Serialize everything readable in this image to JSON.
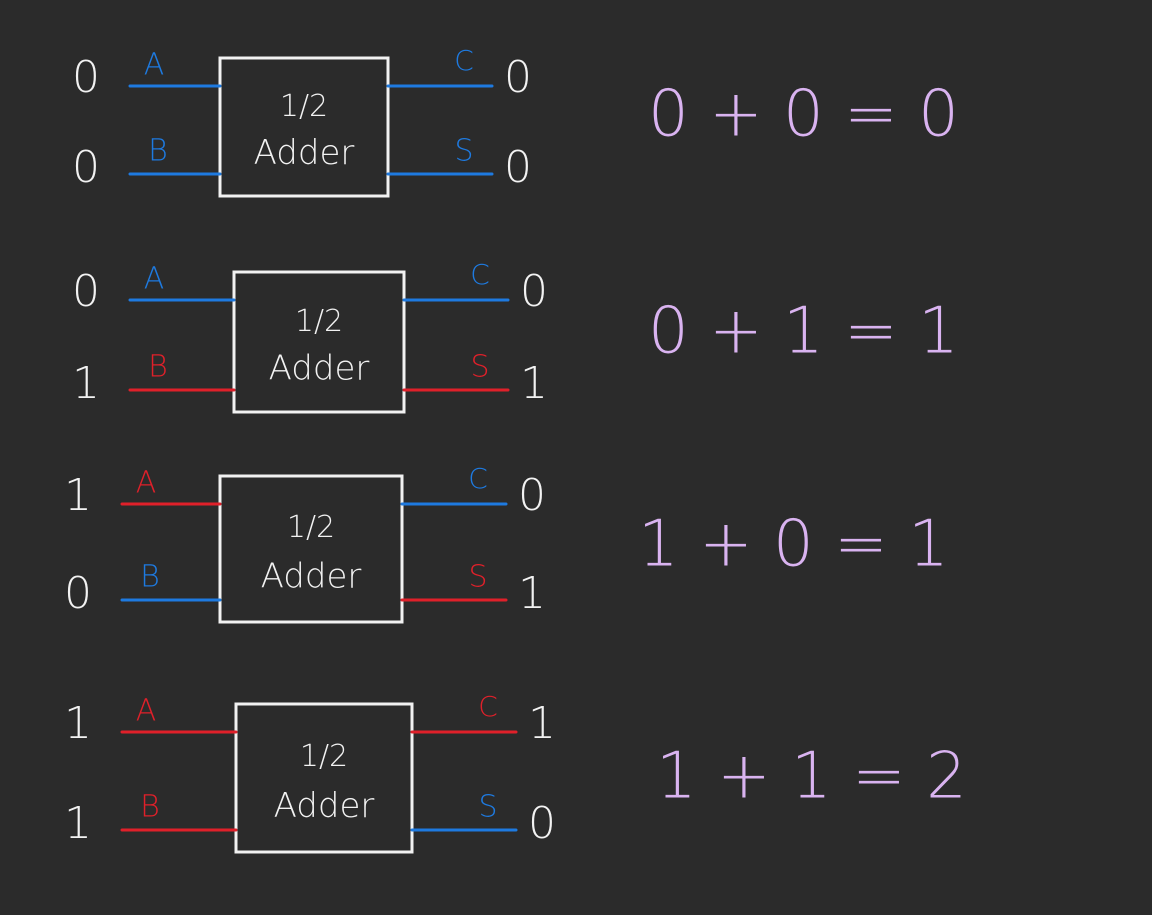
{
  "colors": {
    "background": "#2b2b2b",
    "white": "#f2f2f2",
    "blue": "#1e7ae0",
    "red": "#e0202a",
    "lavender": "#d9b3f0"
  },
  "block": {
    "line1": "1/2",
    "line2": "Adder"
  },
  "labels": {
    "a": "A",
    "b": "B",
    "c": "C",
    "s": "S"
  },
  "rows": [
    {
      "a_value": "0",
      "b_value": "0",
      "c_value": "0",
      "s_value": "0",
      "a_state": "blue",
      "b_state": "blue",
      "c_state": "blue",
      "s_state": "blue",
      "equation": "0 + 0 = 0"
    },
    {
      "a_value": "0",
      "b_value": "1",
      "c_value": "0",
      "s_value": "1",
      "a_state": "blue",
      "b_state": "red",
      "c_state": "blue",
      "s_state": "red",
      "equation": "0 + 1 = 1"
    },
    {
      "a_value": "1",
      "b_value": "0",
      "c_value": "0",
      "s_value": "1",
      "a_state": "red",
      "b_state": "blue",
      "c_state": "blue",
      "s_state": "red",
      "equation": "1 + 0 = 1"
    },
    {
      "a_value": "1",
      "b_value": "1",
      "c_value": "1",
      "s_value": "0",
      "a_state": "red",
      "b_state": "red",
      "c_state": "red",
      "s_state": "blue",
      "equation": "1 + 1 = 2"
    }
  ]
}
